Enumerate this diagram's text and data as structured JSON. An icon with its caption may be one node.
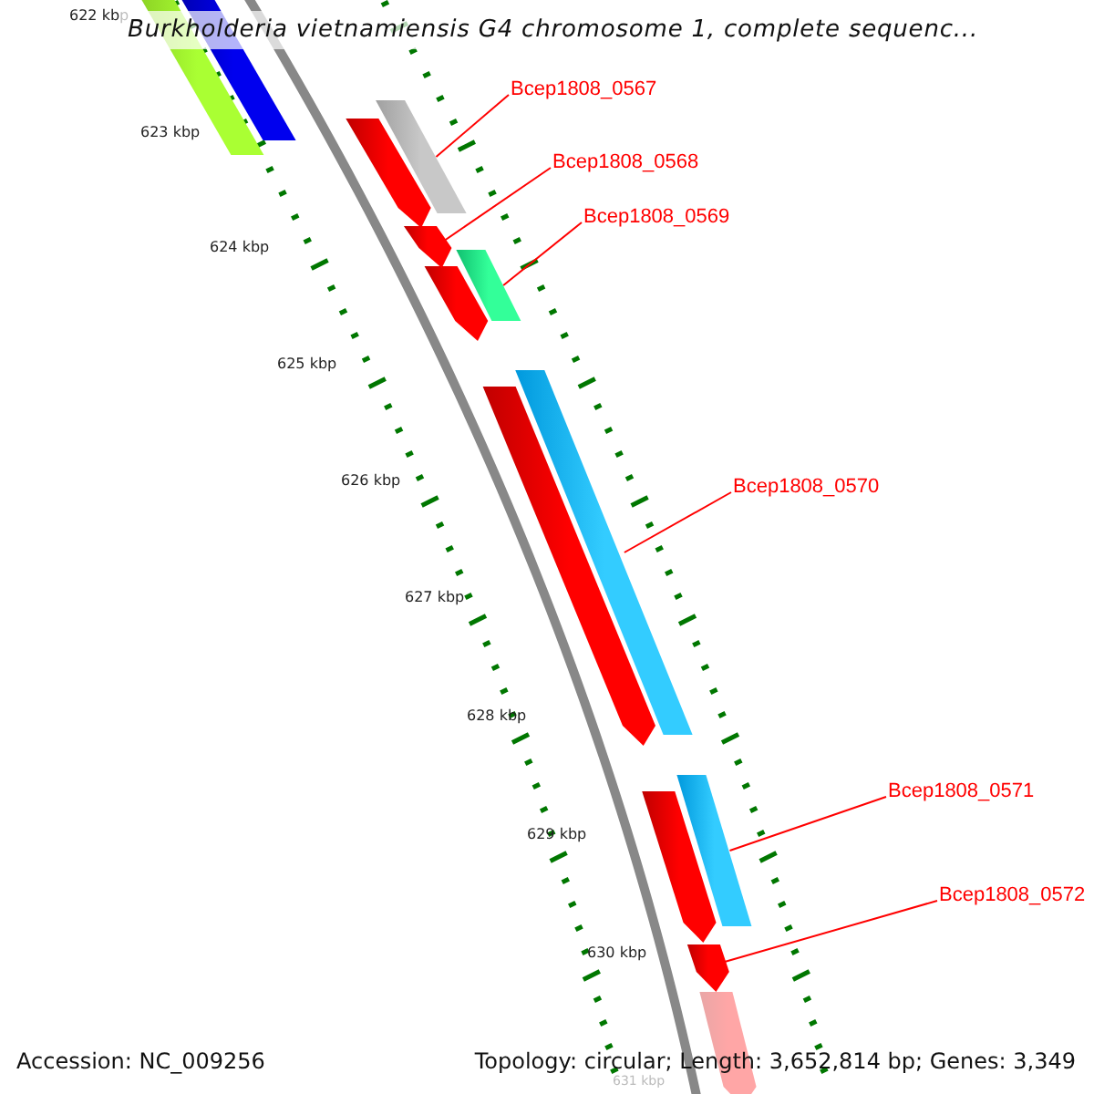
{
  "diagram": {
    "title": "Burkholderia vietnamiensis G4 chromosome 1, complete sequenc...",
    "nodes": [
      {
        "text": [
          "Bcep1808_0567"
        ]
      },
      {
        "text": [],
        "shape": "bar"
      },
      {
        "text": [
          "Bcep1808_0568"
        ]
      },
      {
        "text": [],
        "shape": "bar"
      },
      {
        "text": [
          "Bcep1808_0569"
        ]
      },
      {
        "text": [],
        "shape": "bar"
      },
      {
        "text": [
          "Bcep1808_0570"
        ]
      },
      {
        "text": [],
        "shape": "bar"
      },
      {
        "text": [
          "Bcep1808_0571"
        ]
      },
      {
        "text": [],
        "shape": "bar"
      },
      {
        "text": [
          "Bcep1808_0572"
        ]
      },
      {
        "text": [],
        "shape": "bar"
      }
    ],
    "edges": [
      {
        "from": 0,
        "to": 1,
        "arrow": "none"
      },
      {
        "from": 2,
        "to": 3,
        "arrow": "none"
      },
      {
        "from": 4,
        "to": 5,
        "arrow": "none"
      },
      {
        "from": 6,
        "to": 7,
        "arrow": "none"
      },
      {
        "from": 8,
        "to": 9,
        "arrow": "none"
      },
      {
        "from": 10,
        "to": 11,
        "arrow": "none"
      }
    ],
    "labels": [
      "622 kbp",
      "623 kbp",
      "624 kbp",
      "625 kbp",
      "626 kbp",
      "627 kbp",
      "628 kbp",
      "629 kbp",
      "630 kbp",
      "631 kbp",
      "Accession: NC_009256",
      "Topology: circular; Length: 3,652,814 bp; Genes: 3,349"
    ]
  }
}
